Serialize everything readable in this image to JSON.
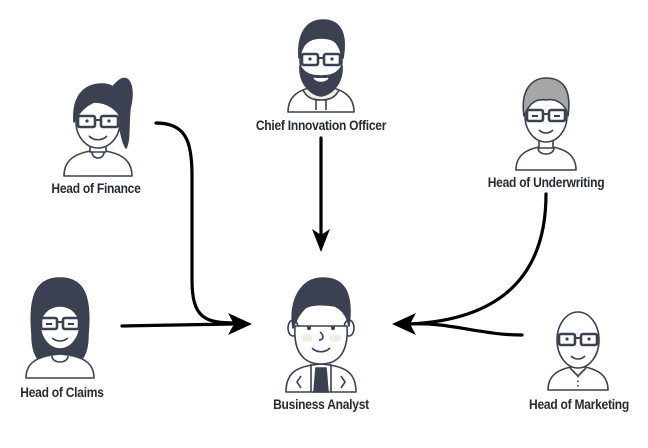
{
  "diagram": {
    "title": "Stakeholders feeding the Business Analyst",
    "colors": {
      "ink": "#3b4150",
      "hair_dark": "#3b4150",
      "hair_grey": "#a6a6a6",
      "skin": "#ffffff",
      "cheek": "#efeee6",
      "arrow": "#000000",
      "label": "#262b33"
    },
    "nodes": [
      {
        "id": "head-of-finance",
        "label": "Head of Finance",
        "avatar": "woman-ponytail-glasses"
      },
      {
        "id": "chief-innovation-officer",
        "label": "Chief Innovation Officer",
        "avatar": "bearded-man-glasses-hoodie"
      },
      {
        "id": "head-of-underwriting",
        "label": "Head of Underwriting",
        "avatar": "grey-hair-man-glasses"
      },
      {
        "id": "head-of-claims",
        "label": "Head of Claims",
        "avatar": "woman-long-hair-glasses"
      },
      {
        "id": "business-analyst",
        "label": "Business Analyst",
        "avatar": "man-suit-tie"
      },
      {
        "id": "head-of-marketing",
        "label": "Head of Marketing",
        "avatar": "bald-man-glasses"
      }
    ],
    "edges": [
      {
        "from": "head-of-finance",
        "to": "business-analyst"
      },
      {
        "from": "chief-innovation-officer",
        "to": "business-analyst"
      },
      {
        "from": "head-of-underwriting",
        "to": "business-analyst"
      },
      {
        "from": "head-of-claims",
        "to": "business-analyst"
      },
      {
        "from": "head-of-marketing",
        "to": "business-analyst"
      }
    ]
  }
}
